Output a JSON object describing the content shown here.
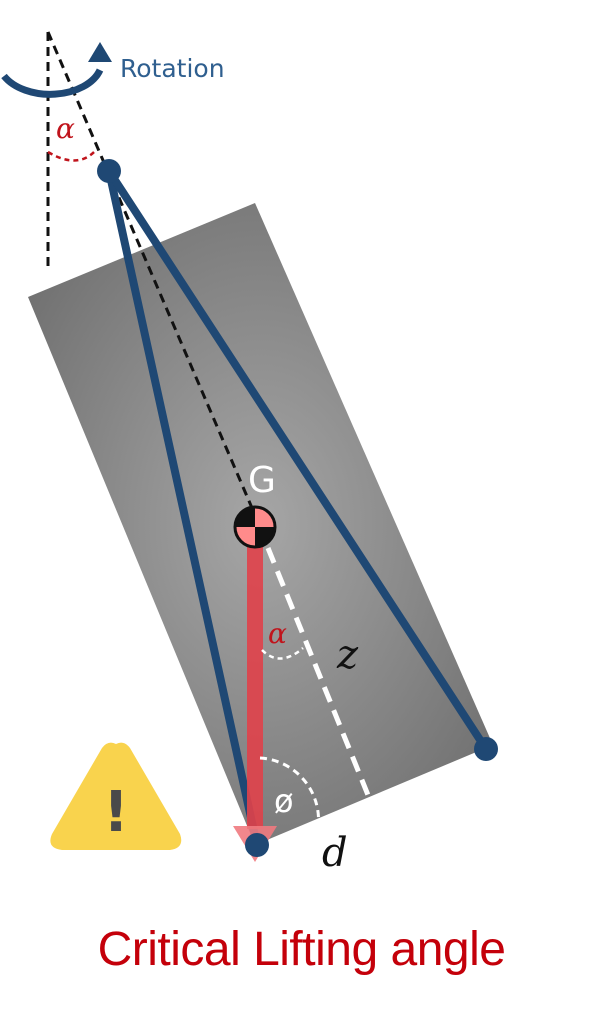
{
  "labels": {
    "rotation": "Rotation",
    "alpha_top": "α",
    "g": "G",
    "alpha_lower": "α",
    "z": "z",
    "phi": "ø",
    "d": "d",
    "warning_mark": "!"
  },
  "caption": "Critical Lifting angle",
  "colors": {
    "sling": "#1f4874",
    "block": "#7a7a7a",
    "weight_arrow": "#e0414a",
    "text_accent": "#c4000a",
    "warning": "#f9d34d",
    "rotation": "#2f5f8f"
  },
  "icons": [
    "rotation-arrow-icon",
    "warning-icon",
    "center-of-gravity-icon"
  ]
}
